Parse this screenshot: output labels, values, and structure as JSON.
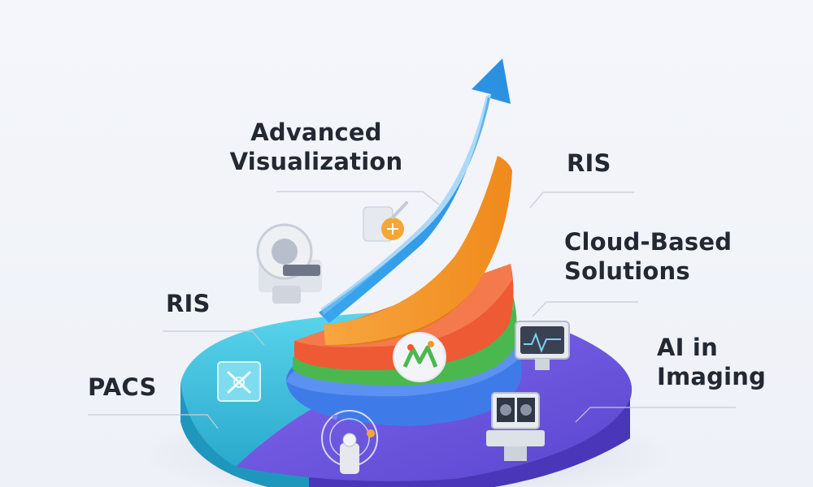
{
  "labels": {
    "advanced_visualization": [
      "Advanced",
      "Visualization"
    ],
    "ris_right": [
      "RIS"
    ],
    "cloud_based": [
      "Cloud-Based",
      "Solutions"
    ],
    "ris_left": [
      "RIS"
    ],
    "ai_imaging": [
      "AI in",
      "Imaging"
    ],
    "pacs": [
      "PACS"
    ]
  },
  "colors": {
    "arrow": "#2f9be6",
    "orange": "#f5962a",
    "red": "#f0653a",
    "green": "#55c35a",
    "blue": "#3f7be8",
    "cyan": "#39c1dd",
    "purple": "#6a55dc",
    "text": "#232833"
  },
  "icons": [
    "mri-scanner-icon",
    "xray-image-icon",
    "network-nodes-icon",
    "ai-network-badge-icon",
    "monitor-waveform-icon",
    "workstation-icon",
    "ai-orbit-icon"
  ]
}
